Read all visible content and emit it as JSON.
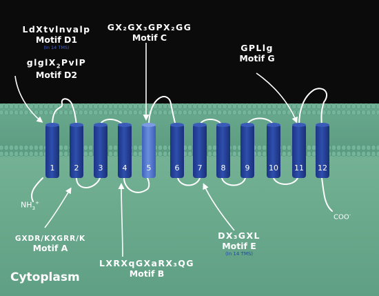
{
  "motifs": {
    "d1": {
      "sequence": "LdXtvlnvalp",
      "name": "Motif D1",
      "note": "(In 14 TMS)"
    },
    "d2": {
      "sequence_a": "glglX",
      "sequence_sub": "2",
      "sequence_b": "PvlP",
      "name": "Motif D2"
    },
    "c": {
      "sequence": "GX₂GX₃GPX₂GG",
      "name": "Motif  C"
    },
    "g": {
      "sequence": "GPLlg",
      "name": "Motif G"
    },
    "a": {
      "sequence": "GXDR/KXGRR/K",
      "name": "Motif A"
    },
    "b": {
      "sequence": "LXRXqGXaRX₃QG",
      "name": "Motif B"
    },
    "e": {
      "sequence": "DX₃GXL",
      "name": "Motif E",
      "note": "(In 14 TMS)"
    }
  },
  "helices": [
    "1",
    "2",
    "3",
    "4",
    "5",
    "6",
    "7",
    "8",
    "9",
    "10",
    "11",
    "12"
  ],
  "termini": {
    "n_base": "NH",
    "n_sub": "3",
    "n_sup": "+",
    "c_base": "COO",
    "c_sup": "-"
  },
  "region_label": "Cytoplasm",
  "colors": {
    "outside": "#0b0b0b",
    "membrane": "#5fa489",
    "cytoplasm": "#73b296",
    "helix": "#26439b",
    "helix_highlight": "#5478cf",
    "line": "#ffffff"
  }
}
